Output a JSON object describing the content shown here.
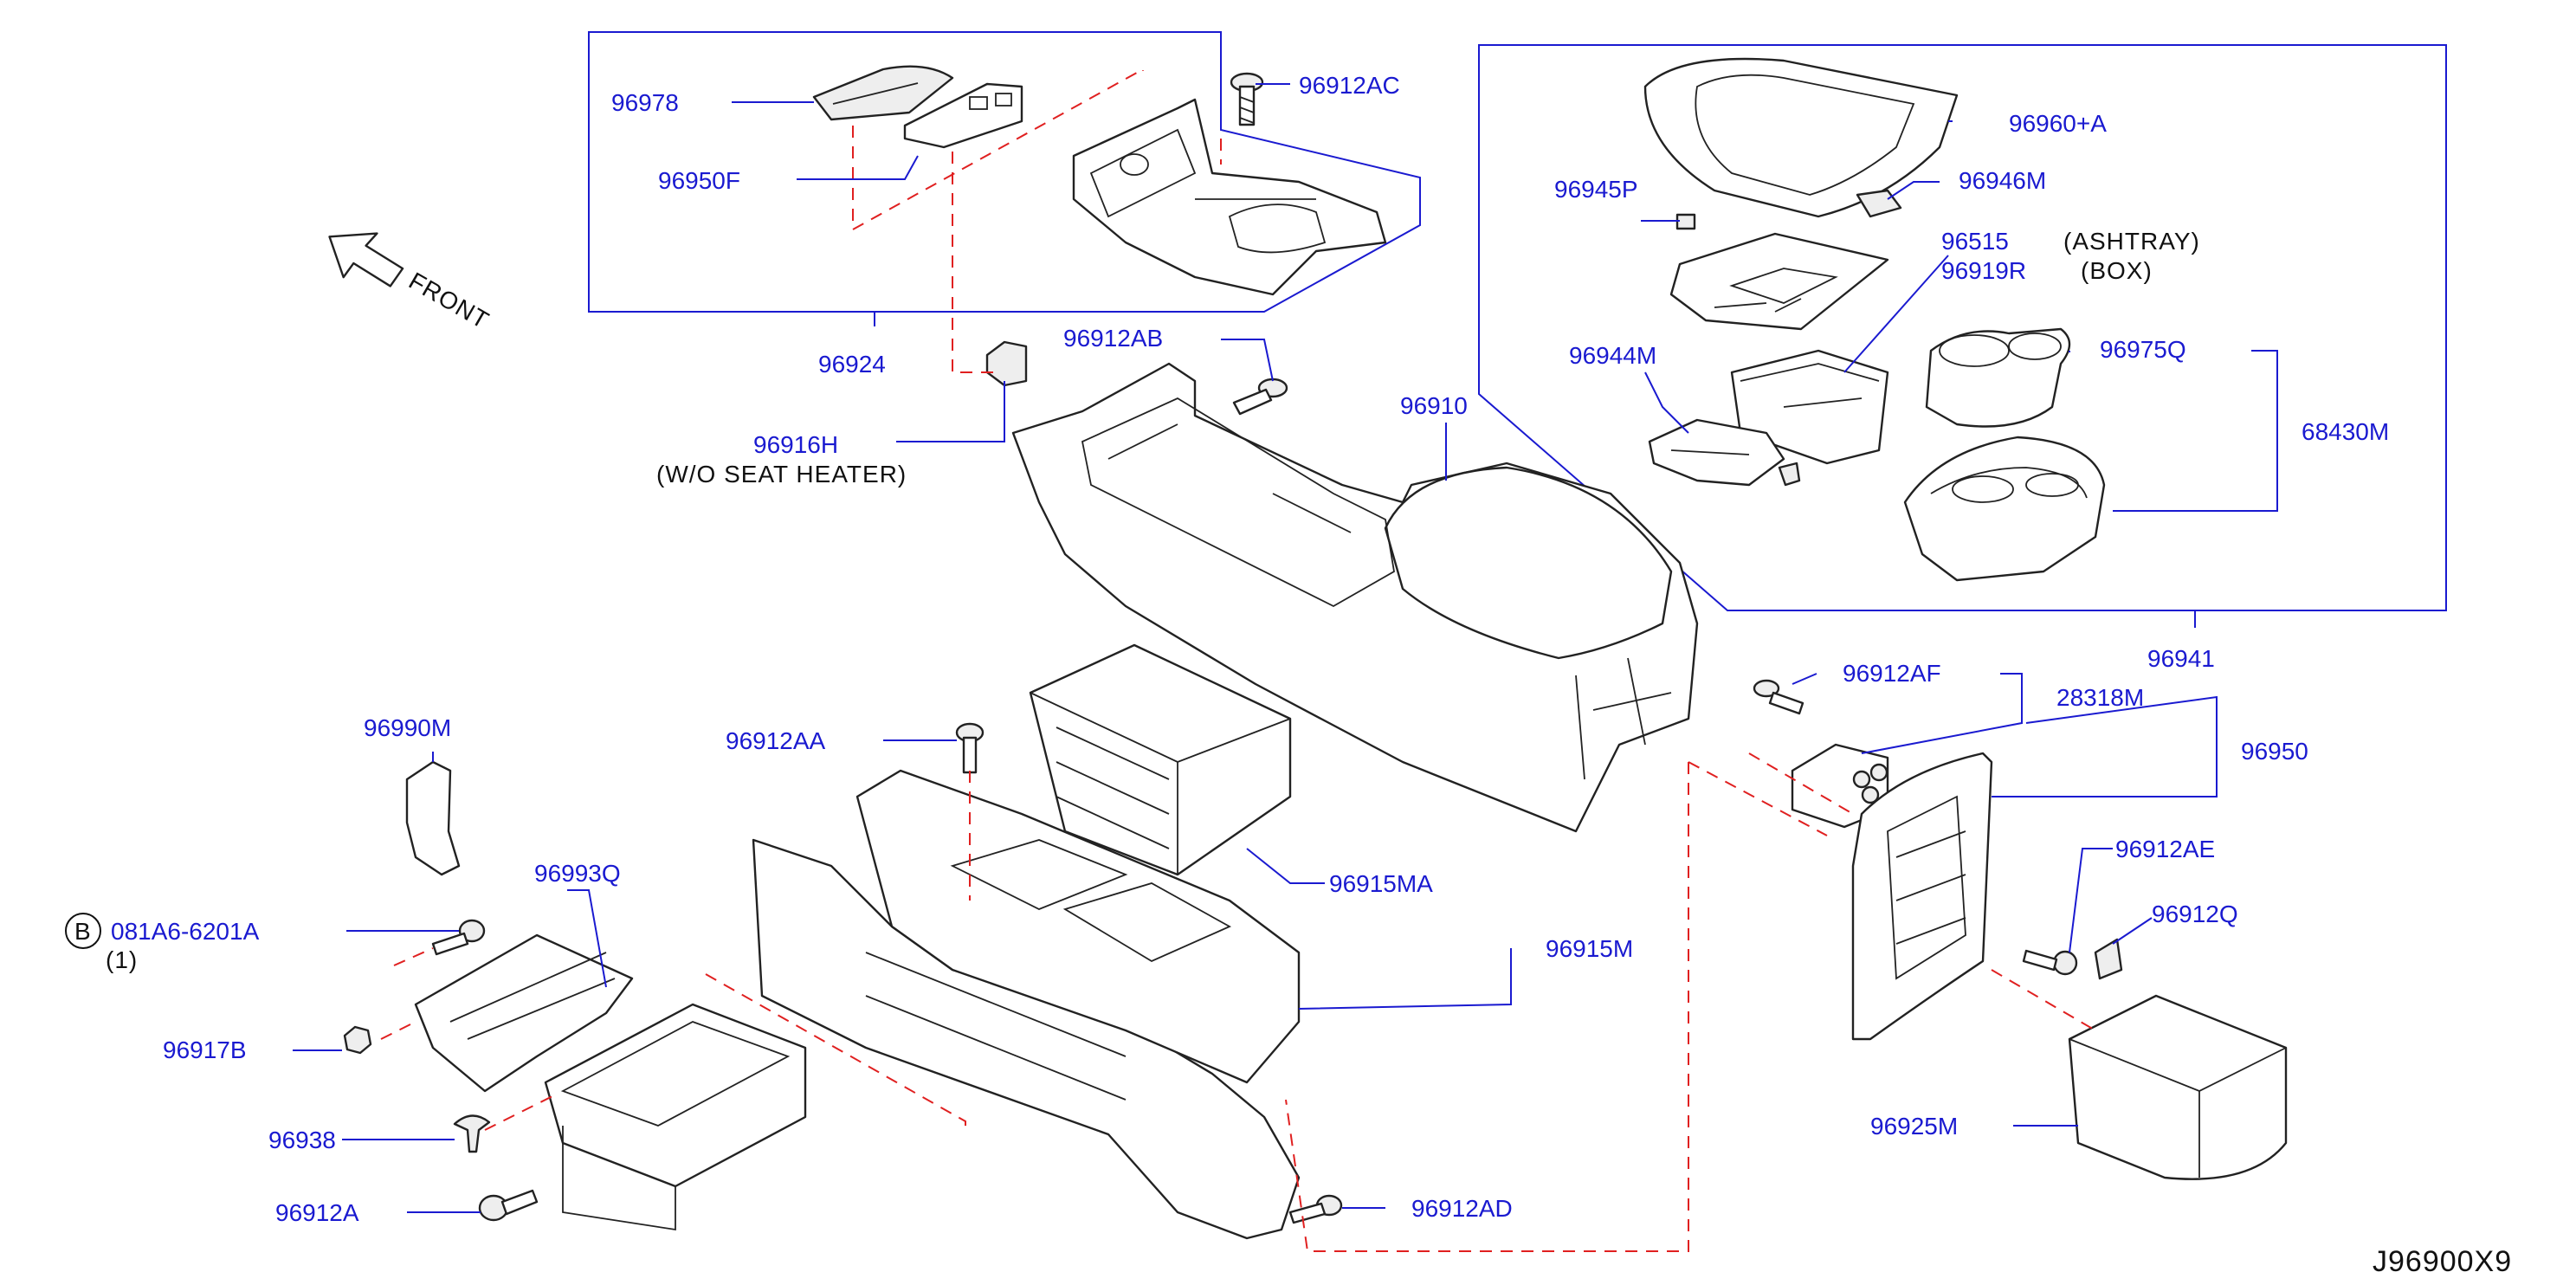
{
  "diagram": {
    "code": "J96900X9",
    "front_label": "FRONT",
    "parts": [
      {
        "id": "96978"
      },
      {
        "id": "96950F"
      },
      {
        "id": "96912AC"
      },
      {
        "id": "96924"
      },
      {
        "id": "96916H"
      },
      {
        "id": "96912AB"
      },
      {
        "id": "96910"
      },
      {
        "id": "96960+A"
      },
      {
        "id": "96945P"
      },
      {
        "id": "96946M"
      },
      {
        "id": "96515"
      },
      {
        "id": "96919R"
      },
      {
        "id": "96944M"
      },
      {
        "id": "96975Q"
      },
      {
        "id": "68430M"
      },
      {
        "id": "96941"
      },
      {
        "id": "96912AF"
      },
      {
        "id": "28318M"
      },
      {
        "id": "96950"
      },
      {
        "id": "96912AE"
      },
      {
        "id": "96912Q"
      },
      {
        "id": "96925M"
      },
      {
        "id": "96990M"
      },
      {
        "id": "96993Q"
      },
      {
        "id": "081A6-6201A"
      },
      {
        "id": "96917B"
      },
      {
        "id": "96938"
      },
      {
        "id": "96912A"
      },
      {
        "id": "96912AA"
      },
      {
        "id": "96915MA"
      },
      {
        "id": "96915M"
      },
      {
        "id": "96912AD"
      }
    ],
    "notes": {
      "ashtray": "(ASHTRAY)",
      "box": "(BOX)",
      "wo_seat_heater": "(W/O   SEAT   HEATER)",
      "bolt_circle": "B",
      "bolt_qty": "(1)"
    }
  }
}
